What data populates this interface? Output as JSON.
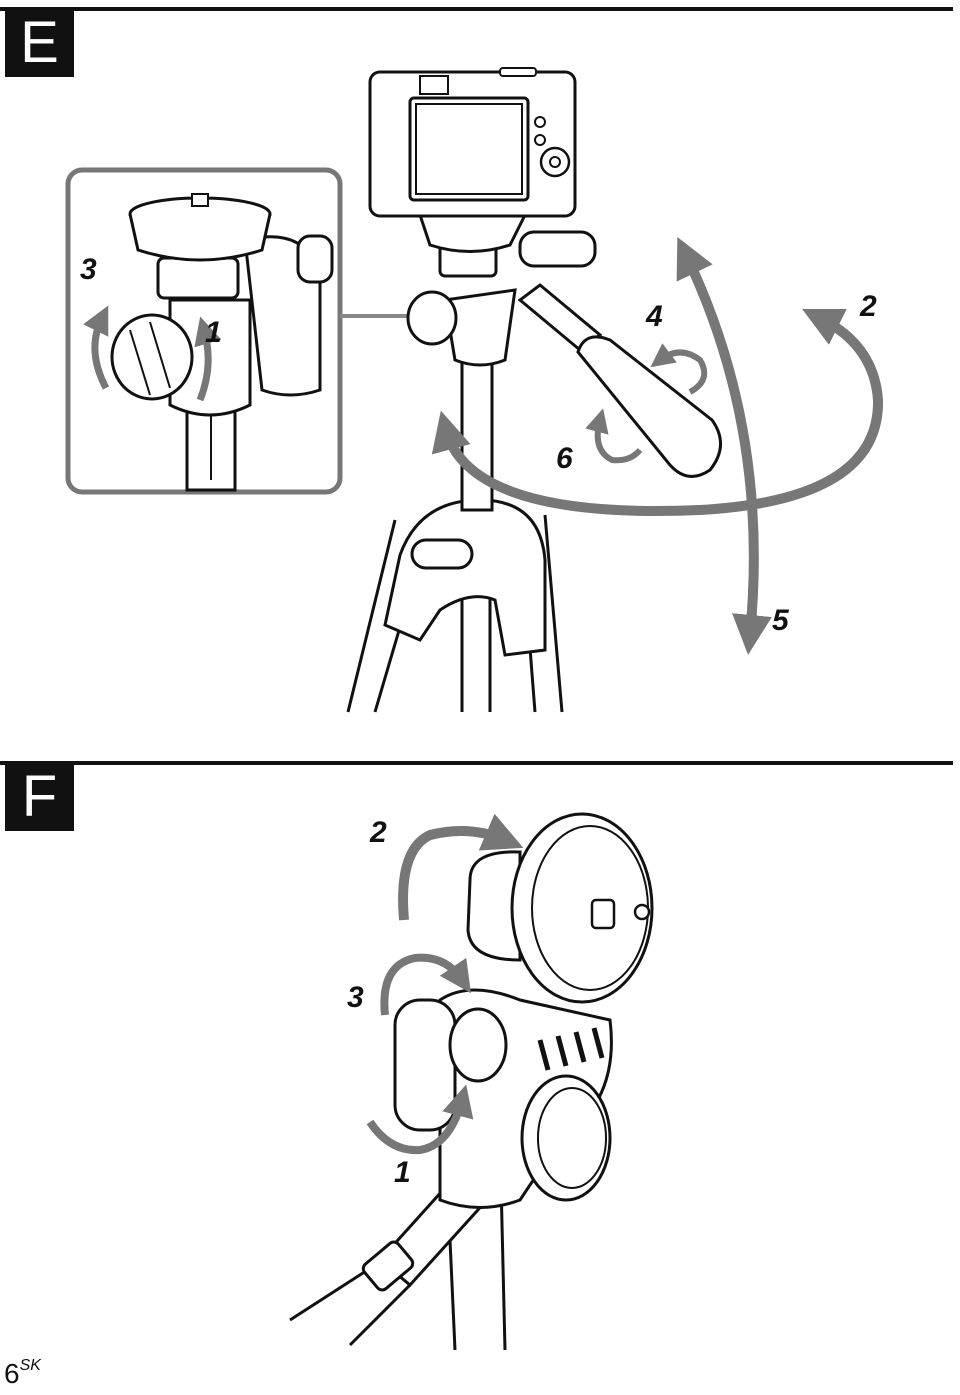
{
  "section_e": {
    "label": "E",
    "inset_numbers": [
      "3",
      "1"
    ],
    "main_numbers": [
      "4",
      "2",
      "6",
      "5"
    ]
  },
  "section_f": {
    "label": "F",
    "numbers": [
      "2",
      "3",
      "1"
    ]
  },
  "footer": {
    "page_number": "6",
    "language_code": "SK"
  }
}
